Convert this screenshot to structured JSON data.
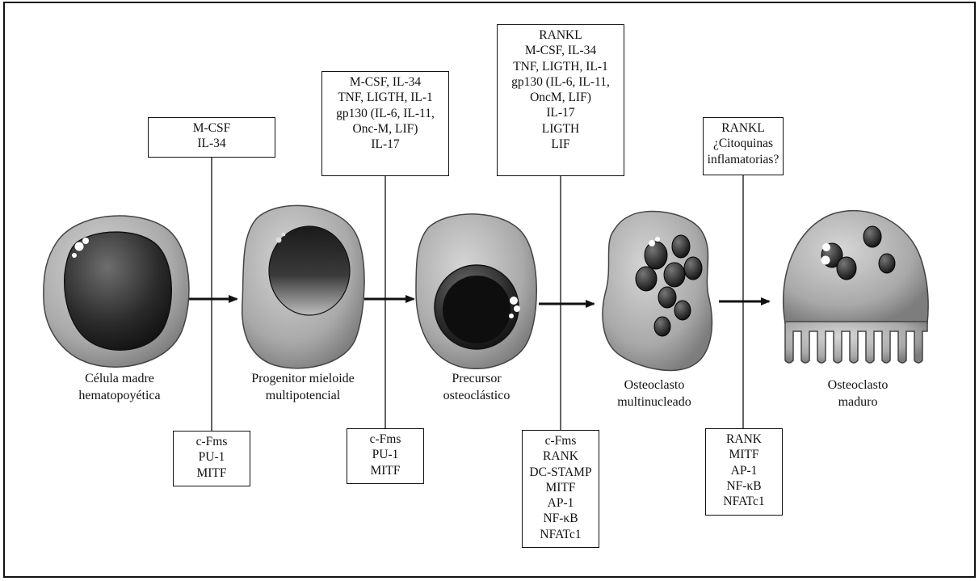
{
  "stages": [
    {
      "name": [
        "Célula madre",
        "hematopoyética"
      ]
    },
    {
      "name": [
        "Progenitor mieloide",
        "multipotencial"
      ]
    },
    {
      "name": [
        "Precursor",
        "osteoclástico"
      ]
    },
    {
      "name": [
        "Osteoclasto",
        "multinucleado"
      ]
    },
    {
      "name": [
        "Osteoclasto",
        "maduro"
      ]
    }
  ],
  "top_boxes": [
    {
      "lines": [
        "M-CSF",
        "IL-34"
      ]
    },
    {
      "lines": [
        "M-CSF, IL-34",
        "TNF, LIGTH, IL-1",
        "gp130 (IL-6, IL-11,",
        "Onc-M, LIF)",
        "IL-17"
      ]
    },
    {
      "lines": [
        "RANKL",
        "M-CSF, IL-34",
        "TNF, LIGTH, IL-1",
        "gp130 (IL-6, IL-11,",
        "OncM, LIF)",
        "IL-17",
        "LIGTH",
        "LIF"
      ]
    },
    {
      "lines": [
        "RANKL",
        "¿Citoquinas",
        "inflamatorias?"
      ]
    }
  ],
  "bottom_boxes": [
    {
      "lines": [
        "c-Fms",
        "PU-1",
        "MITF"
      ]
    },
    {
      "lines": [
        "c-Fms",
        "PU-1",
        "MITF"
      ]
    },
    {
      "lines": [
        "c-Fms",
        "RANK",
        "DC-STAMP",
        "MITF",
        "AP-1",
        "NF-κB",
        "NFATc1"
      ]
    },
    {
      "lines": [
        "RANK",
        "MITF",
        "AP-1",
        "NF-κB",
        "NFATc1"
      ]
    }
  ]
}
